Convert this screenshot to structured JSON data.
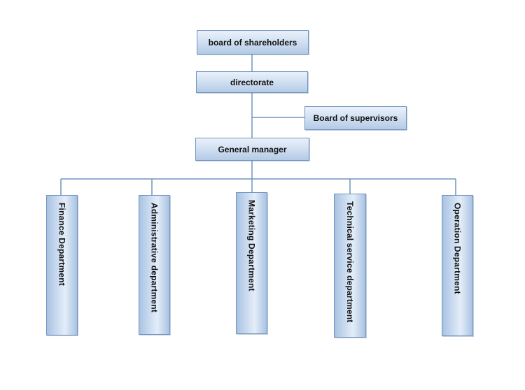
{
  "top": {
    "shareholders": "board of shareholders",
    "directorate": "directorate",
    "supervisors": "Board of supervisors",
    "general_manager": "General manager"
  },
  "departments": [
    "Finance Department",
    "Administrative department",
    "Marketing Department",
    "Technical service department",
    "Operation Department"
  ],
  "colors": {
    "box_border": "#6f93bf",
    "box_fill_light": "#eaf1fa",
    "box_fill_dark": "#b3cae6",
    "connector": "#6f93bf"
  }
}
